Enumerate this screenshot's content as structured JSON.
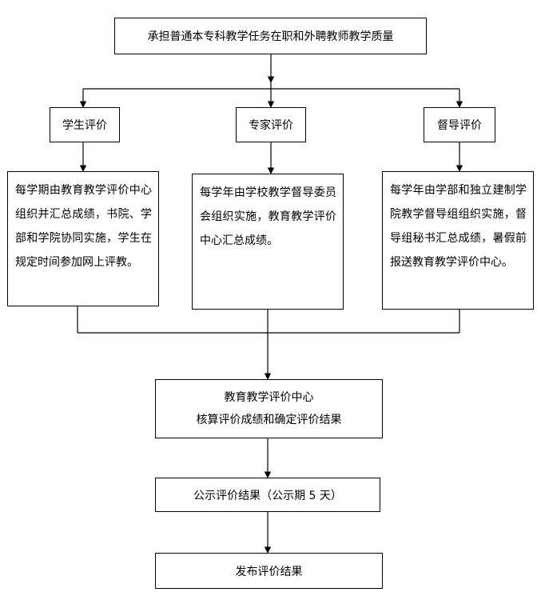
{
  "top": {
    "title": "承担普通本专科教学任务在职和外聘教师教学质量"
  },
  "branches": [
    {
      "label": "学生评价",
      "description": "每学期由教育教学评价中心组织并汇总成绩，书院、学部和学院协同实施，学生在规定时间参加网上评教。"
    },
    {
      "label": "专家评价",
      "description": "每学年由学校教学督导委员会组织实施，教育教学评价中心汇总成绩。"
    },
    {
      "label": "督导评价",
      "description": "每学年由学部和独立建制学院教学督导组组织实施，督导组秘书汇总成绩，暑假前报送教育教学评价中心。"
    }
  ],
  "center": {
    "line1": "教育教学评价中心",
    "line2": "核算评价成绩和确定评价结果"
  },
  "publicize": {
    "label": "公示评价结果（公示期 5 天）"
  },
  "publish": {
    "label": "发布评价结果"
  }
}
